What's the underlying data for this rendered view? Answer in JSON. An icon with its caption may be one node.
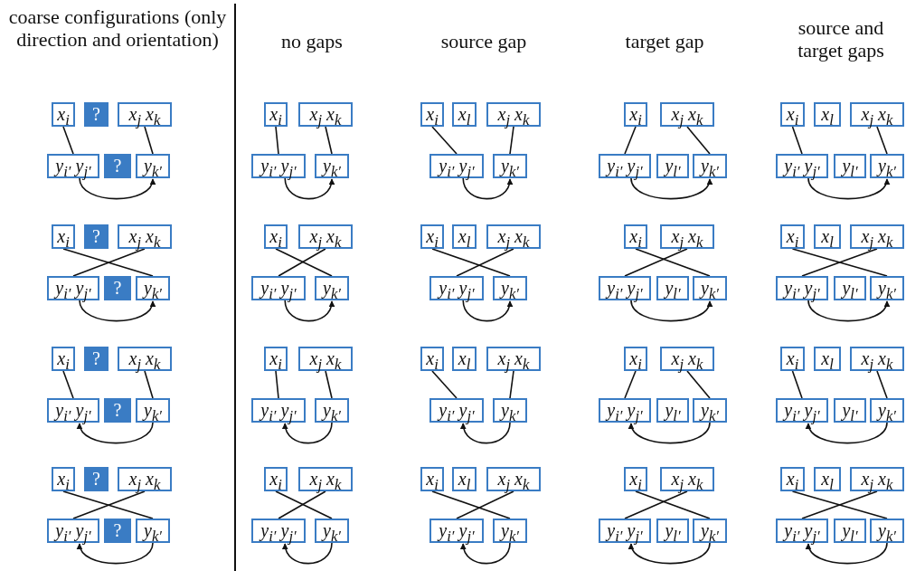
{
  "diagram": {
    "nodes": [
      {
        "text": [
          "x$_{i}$"
        ]
      },
      {
        "text": [
          "?"
        ]
      },
      {
        "text": [
          "x$_{j}$ x$_{k}$"
        ]
      },
      {
        "text": [
          "y$_{i′}$ y$_{j′}$"
        ]
      },
      {
        "text": [
          "?"
        ]
      },
      {
        "text": [
          "y$_{k′}$"
        ]
      },
      {
        "text": [
          "x$_{i}$"
        ]
      },
      {
        "text": [
          "x$_{j}$ x$_{k}$"
        ]
      },
      {
        "text": [
          "y$_{i′}$ y$_{j′}$"
        ]
      },
      {
        "text": [
          "y$_{k′}$"
        ]
      },
      {
        "text": [
          "x$_{i}$"
        ]
      },
      {
        "text": [
          "x$_{l}$"
        ]
      },
      {
        "text": [
          "x$_{j}$ x$_{k}$"
        ]
      },
      {
        "text": [
          "y$_{i′}$ y$_{j′}$"
        ]
      },
      {
        "text": [
          "y$_{k′}$"
        ]
      },
      {
        "text": [
          "x$_{i}$"
        ]
      },
      {
        "text": [
          "x$_{j}$ x$_{k}$"
        ]
      },
      {
        "text": [
          "y$_{i′}$ y$_{j′}$"
        ]
      },
      {
        "text": [
          "y$_{l′}$"
        ]
      },
      {
        "text": [
          "y$_{k′}$"
        ]
      },
      {
        "text": [
          "x$_{i}$"
        ]
      },
      {
        "text": [
          "x$_{l}$"
        ]
      },
      {
        "text": [
          "x$_{j}$ x$_{k}$"
        ]
      },
      {
        "text": [
          "y$_{i′}$ y$_{j′}$"
        ]
      },
      {
        "text": [
          "y$_{l′}$"
        ]
      },
      {
        "text": [
          "y$_{k′}$"
        ]
      },
      {
        "text": [
          "x$_{i}$"
        ]
      },
      {
        "text": [
          "?"
        ]
      },
      {
        "text": [
          "x$_{j}$ x$_{k}$"
        ]
      },
      {
        "text": [
          "y$_{i′}$ y$_{j′}$"
        ]
      },
      {
        "text": [
          "?"
        ]
      },
      {
        "text": [
          "y$_{k′}$"
        ]
      },
      {
        "text": [
          "x$_{i}$"
        ]
      },
      {
        "text": [
          "x$_{j}$ x$_{k}$"
        ]
      },
      {
        "text": [
          "y$_{i′}$ y$_{j′}$"
        ]
      },
      {
        "text": [
          "y$_{k′}$"
        ]
      },
      {
        "text": [
          "x$_{i}$"
        ]
      },
      {
        "text": [
          "x$_{l}$"
        ]
      },
      {
        "text": [
          "x$_{j}$ x$_{k}$"
        ]
      },
      {
        "text": [
          "y$_{i′}$ y$_{j′}$"
        ]
      },
      {
        "text": [
          "y$_{k′}$"
        ]
      },
      {
        "text": [
          "x$_{i}$"
        ]
      },
      {
        "text": [
          "x$_{j}$ x$_{k}$"
        ]
      },
      {
        "text": [
          "y$_{i′}$ y$_{j′}$"
        ]
      },
      {
        "text": [
          "y$_{l′}$"
        ]
      },
      {
        "text": [
          "y$_{k′}$"
        ]
      },
      {
        "text": [
          "x$_{i}$"
        ]
      },
      {
        "text": [
          "x$_{l}$"
        ]
      },
      {
        "text": [
          "x$_{j}$ x$_{k}$"
        ]
      },
      {
        "text": [
          "y$_{i′}$ y$_{j′}$"
        ]
      },
      {
        "text": [
          "y$_{l′}$"
        ]
      },
      {
        "text": [
          "y$_{k′}$"
        ]
      },
      {
        "text": [
          "x$_{i}$"
        ]
      },
      {
        "text": [
          "?"
        ]
      },
      {
        "text": [
          "x$_{j}$ x$_{k}$"
        ]
      },
      {
        "text": [
          "y$_{i′}$ y$_{j′}$"
        ]
      },
      {
        "text": [
          "?"
        ]
      },
      {
        "text": [
          "y$_{k′}$"
        ]
      },
      {
        "text": [
          "x$_{i}$"
        ]
      },
      {
        "text": [
          "x$_{j}$ x$_{k}$"
        ]
      },
      {
        "text": [
          "y$_{i′}$ y$_{j′}$"
        ]
      },
      {
        "text": [
          "y$_{k′}$"
        ]
      },
      {
        "text": [
          "x$_{i}$"
        ]
      },
      {
        "text": [
          "x$_{l}$"
        ]
      },
      {
        "text": [
          "x$_{j}$ x$_{k}$"
        ]
      },
      {
        "text": [
          "y$_{i′}$ y$_{j′}$"
        ]
      },
      {
        "text": [
          "y$_{k′}$"
        ]
      },
      {
        "text": [
          "x$_{i}$"
        ]
      },
      {
        "text": [
          "x$_{j}$ x$_{k}$"
        ]
      },
      {
        "text": [
          "y$_{i′}$ y$_{j′}$"
        ]
      },
      {
        "text": [
          "y$_{l′}$"
        ]
      },
      {
        "text": [
          "y$_{k′}$"
        ]
      },
      {
        "text": [
          "x$_{i}$"
        ]
      },
      {
        "text": [
          "x$_{l}$"
        ]
      },
      {
        "text": [
          "x$_{j}$ x$_{k}$"
        ]
      },
      {
        "text": [
          "y$_{i′}$ y$_{j′}$"
        ]
      },
      {
        "text": [
          "y$_{l′}$"
        ]
      },
      {
        "text": [
          "y$_{k′}$"
        ]
      },
      {
        "text": [
          "x$_{i}$"
        ]
      },
      {
        "text": [
          "?"
        ]
      },
      {
        "text": [
          "x$_{j}$ x$_{k}$"
        ]
      },
      {
        "text": [
          "y$_{i′}$ y$_{j′}$"
        ]
      },
      {
        "text": [
          "?"
        ]
      },
      {
        "text": [
          "y$_{k′}$"
        ]
      },
      {
        "text": [
          "x$_{i}$"
        ]
      },
      {
        "text": [
          "x$_{j}$ x$_{k}$"
        ]
      },
      {
        "text": [
          "y$_{i′}$ y$_{j′}$"
        ]
      },
      {
        "text": [
          "y$_{k′}$"
        ]
      },
      {
        "text": [
          "x$_{i}$"
        ]
      },
      {
        "text": [
          "x$_{l}$"
        ]
      },
      {
        "text": [
          "x$_{j}$ x$_{k}$"
        ]
      },
      {
        "text": [
          "y$_{i′}$ y$_{j′}$"
        ]
      },
      {
        "text": [
          "y$_{k′}$"
        ]
      },
      {
        "text": [
          "x$_{i}$"
        ]
      },
      {
        "text": [
          "x$_{j}$ x$_{k}$"
        ]
      },
      {
        "text": [
          "y$_{i′}$ y$_{j′}$"
        ]
      },
      {
        "text": [
          "y$_{l′}$"
        ]
      },
      {
        "text": [
          "y$_{k′}$"
        ]
      },
      {
        "text": [
          "x$_{i}$"
        ]
      },
      {
        "text": [
          "x$_{l}$"
        ]
      },
      {
        "text": [
          "x$_{j}$ x$_{k}$"
        ]
      },
      {
        "text": [
          "y$_{i′}$ y$_{j′}$"
        ]
      },
      {
        "text": [
          "y$_{l′}$"
        ]
      },
      {
        "text": [
          "y$_{k′}$"
        ]
      }
    ],
    "edges": [
      {
        "from": 0,
        "to": 3,
        "arrow": "none"
      },
      {
        "from": 2,
        "to": 5,
        "arrow": "none"
      },
      {
        "from": 3,
        "to": 5,
        "arrow": "to"
      },
      {
        "from": 6,
        "to": 8,
        "arrow": "none"
      },
      {
        "from": 7,
        "to": 9,
        "arrow": "none"
      },
      {
        "from": 8,
        "to": 9,
        "arrow": "to"
      },
      {
        "from": 10,
        "to": 13,
        "arrow": "none"
      },
      {
        "from": 12,
        "to": 14,
        "arrow": "none"
      },
      {
        "from": 13,
        "to": 14,
        "arrow": "to"
      },
      {
        "from": 15,
        "to": 17,
        "arrow": "none"
      },
      {
        "from": 16,
        "to": 19,
        "arrow": "none"
      },
      {
        "from": 17,
        "to": 19,
        "arrow": "to"
      },
      {
        "from": 20,
        "to": 23,
        "arrow": "none"
      },
      {
        "from": 22,
        "to": 25,
        "arrow": "none"
      },
      {
        "from": 23,
        "to": 25,
        "arrow": "to"
      },
      {
        "from": 26,
        "to": 31,
        "arrow": "none"
      },
      {
        "from": 28,
        "to": 29,
        "arrow": "none"
      },
      {
        "from": 29,
        "to": 31,
        "arrow": "to"
      },
      {
        "from": 32,
        "to": 35,
        "arrow": "none"
      },
      {
        "from": 33,
        "to": 34,
        "arrow": "none"
      },
      {
        "from": 34,
        "to": 35,
        "arrow": "to"
      },
      {
        "from": 36,
        "to": 40,
        "arrow": "none"
      },
      {
        "from": 38,
        "to": 39,
        "arrow": "none"
      },
      {
        "from": 39,
        "to": 40,
        "arrow": "to"
      },
      {
        "from": 41,
        "to": 45,
        "arrow": "none"
      },
      {
        "from": 42,
        "to": 43,
        "arrow": "none"
      },
      {
        "from": 43,
        "to": 45,
        "arrow": "to"
      },
      {
        "from": 46,
        "to": 51,
        "arrow": "none"
      },
      {
        "from": 48,
        "to": 49,
        "arrow": "none"
      },
      {
        "from": 49,
        "to": 51,
        "arrow": "to"
      },
      {
        "from": 52,
        "to": 55,
        "arrow": "none"
      },
      {
        "from": 54,
        "to": 57,
        "arrow": "none"
      },
      {
        "from": 57,
        "to": 55,
        "arrow": "to"
      },
      {
        "from": 58,
        "to": 60,
        "arrow": "none"
      },
      {
        "from": 59,
        "to": 61,
        "arrow": "none"
      },
      {
        "from": 61,
        "to": 60,
        "arrow": "to"
      },
      {
        "from": 62,
        "to": 65,
        "arrow": "none"
      },
      {
        "from": 64,
        "to": 66,
        "arrow": "none"
      },
      {
        "from": 66,
        "to": 65,
        "arrow": "to"
      },
      {
        "from": 67,
        "to": 69,
        "arrow": "none"
      },
      {
        "from": 68,
        "to": 71,
        "arrow": "none"
      },
      {
        "from": 71,
        "to": 69,
        "arrow": "to"
      },
      {
        "from": 72,
        "to": 75,
        "arrow": "none"
      },
      {
        "from": 74,
        "to": 77,
        "arrow": "none"
      },
      {
        "from": 77,
        "to": 75,
        "arrow": "to"
      },
      {
        "from": 78,
        "to": 83,
        "arrow": "none"
      },
      {
        "from": 80,
        "to": 81,
        "arrow": "none"
      },
      {
        "from": 83,
        "to": 81,
        "arrow": "to"
      },
      {
        "from": 84,
        "to": 87,
        "arrow": "none"
      },
      {
        "from": 85,
        "to": 86,
        "arrow": "none"
      },
      {
        "from": 87,
        "to": 86,
        "arrow": "to"
      },
      {
        "from": 88,
        "to": 92,
        "arrow": "none"
      },
      {
        "from": 90,
        "to": 91,
        "arrow": "none"
      },
      {
        "from": 92,
        "to": 91,
        "arrow": "to"
      },
      {
        "from": 93,
        "to": 97,
        "arrow": "none"
      },
      {
        "from": 94,
        "to": 95,
        "arrow": "none"
      },
      {
        "from": 97,
        "to": 95,
        "arrow": "to"
      },
      {
        "from": 98,
        "to": 103,
        "arrow": "none"
      },
      {
        "from": 100,
        "to": 101,
        "arrow": "none"
      },
      {
        "from": 103,
        "to": 101,
        "arrow": "to"
      }
    ],
    "labels": [
      "coarse configurations (only direction and orientation)",
      "no gaps",
      "source gap",
      "target gap",
      "source and target gaps"
    ]
  }
}
